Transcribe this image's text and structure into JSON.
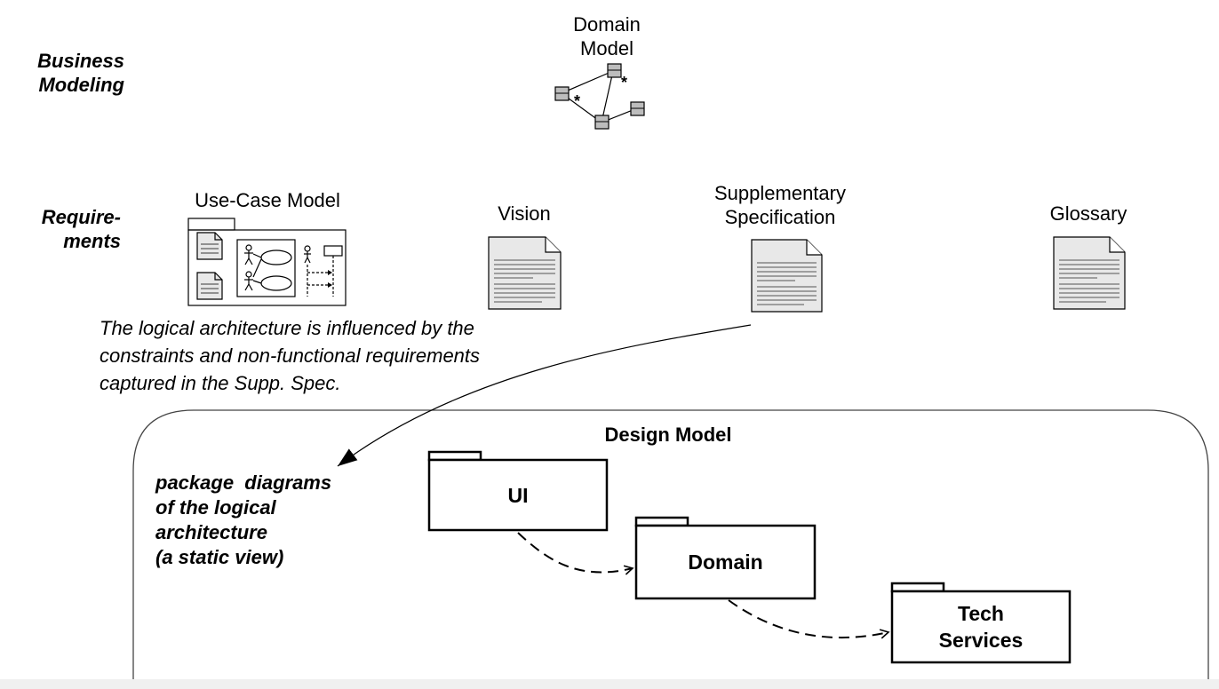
{
  "left_labels": {
    "business_modeling": "Business\nModeling",
    "requirements": "Require-\nments"
  },
  "artifacts": {
    "domain_model": "Domain\nModel",
    "use_case_model": "Use-Case Model",
    "vision": "Vision",
    "supplementary_specification": "Supplementary\nSpecification",
    "glossary": "Glossary"
  },
  "domain_model_multiplicities": [
    "*",
    "*"
  ],
  "note": "The logical architecture is influenced by the\nconstraints and non-functional requirements\ncaptured in the Supp. Spec.",
  "design_model": {
    "title": "Design Model",
    "description": "package  diagrams\nof the logical\narchitecture\n(a static view)",
    "packages": [
      "UI",
      "Domain",
      "Tech\nServices"
    ]
  },
  "colors": {
    "class_fill": "#bdbdbd",
    "document_fill": "#e8e8e8",
    "stroke": "#000000",
    "frame_stroke": "#444444",
    "bottom_band": "#f0f0f0"
  }
}
